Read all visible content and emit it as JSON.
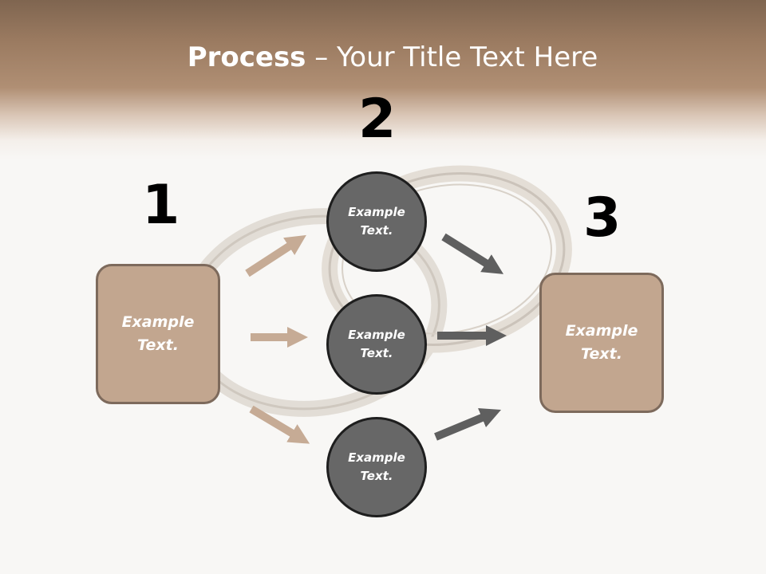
{
  "title": {
    "bold": "Process",
    "rest": " – Your Title Text Here"
  },
  "steps": {
    "one": "1",
    "two": "2",
    "three": "3"
  },
  "boxes": {
    "left": "Example Text.",
    "right": "Example Text."
  },
  "circles": [
    "Example Text.",
    "Example Text.",
    "Example Text."
  ],
  "colors": {
    "box_fill": "#c2a68f",
    "circle_fill": "#676767",
    "left_arrows": "#c6ab95",
    "right_arrows": "#5f5f5f",
    "header": "#9a7a60"
  }
}
